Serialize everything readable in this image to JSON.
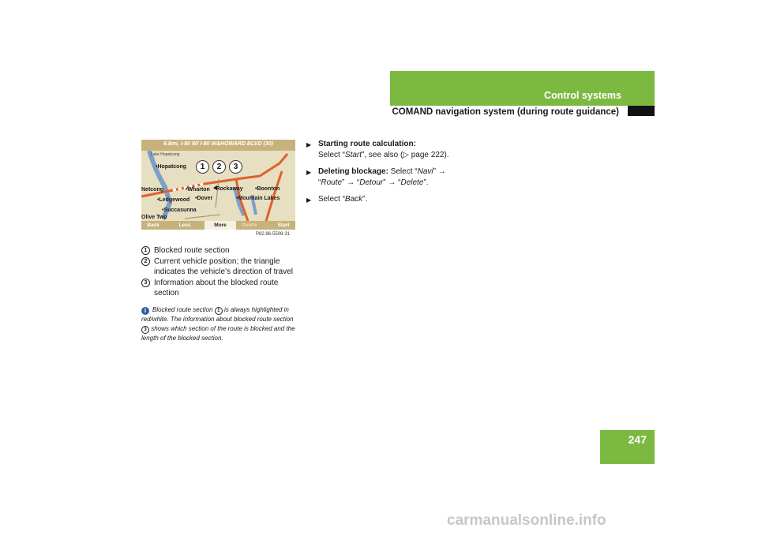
{
  "header": {
    "title": "Control systems",
    "subtitle": "COMAND navigation system (during route guidance)"
  },
  "page_number": "247",
  "screen": {
    "top_bar": "6.8mi, I-80 W/ I-80 W&HOWARD BLVD (30)",
    "places": {
      "lake": "Lake Hopatcong",
      "hopatcong": "•Hopatcong",
      "netcong": "Netcong",
      "wharton": "•Wharton",
      "rockaway": "•Rockaway",
      "boonton": "•Boonton",
      "ledgewood": "•Ledgewood",
      "dover": "•Dover",
      "mountain_lakes": "•Mountain Lakes",
      "succasunna": "•Succasunna",
      "olive": "Olive Twp"
    },
    "markers": [
      "1",
      "2",
      "3"
    ],
    "softkeys": {
      "back": "Back",
      "less": "Less",
      "more": "More",
      "delete": "Delete",
      "start": "Start"
    },
    "image_code": "P82.86-5508-31"
  },
  "legend": [
    {
      "num": "1",
      "text": "Blocked route section"
    },
    {
      "num": "2",
      "text": "Current vehicle position; the triangle indicates the vehicle’s direction of travel"
    },
    {
      "num": "3",
      "text": "Information about the blocked route section"
    }
  ],
  "info": {
    "t1": "Blocked route section",
    "n1": "1",
    "t2": "is always highlighted in red/white. The information about blocked route section",
    "n2": "3",
    "t3": "shows which section of the route is blocked and the length of the blocked section."
  },
  "steps": {
    "s1": {
      "bold": "Starting route calculation:",
      "pre": "Select “",
      "it": "Start",
      "post": "”, see also (▷ page 222)."
    },
    "s2": {
      "bold": "Deleting blockage:",
      "pre": " Select “",
      "it1": "Navi",
      "m1": "” → “",
      "it2": "Route",
      "m2": "” → “",
      "it3": "Detour",
      "m3": "” → “",
      "it4": "Delete",
      "post": "”."
    },
    "s3": {
      "pre": "Select “",
      "it": "Back",
      "post": "”."
    }
  },
  "watermark": "carmanualsonline.info",
  "colors": {
    "accent_green": "#7cb940",
    "map_bg": "#e7dfc1",
    "softkey_bar": "#c6b27a",
    "water": "#7d9fc9",
    "road": "#e0602b"
  }
}
